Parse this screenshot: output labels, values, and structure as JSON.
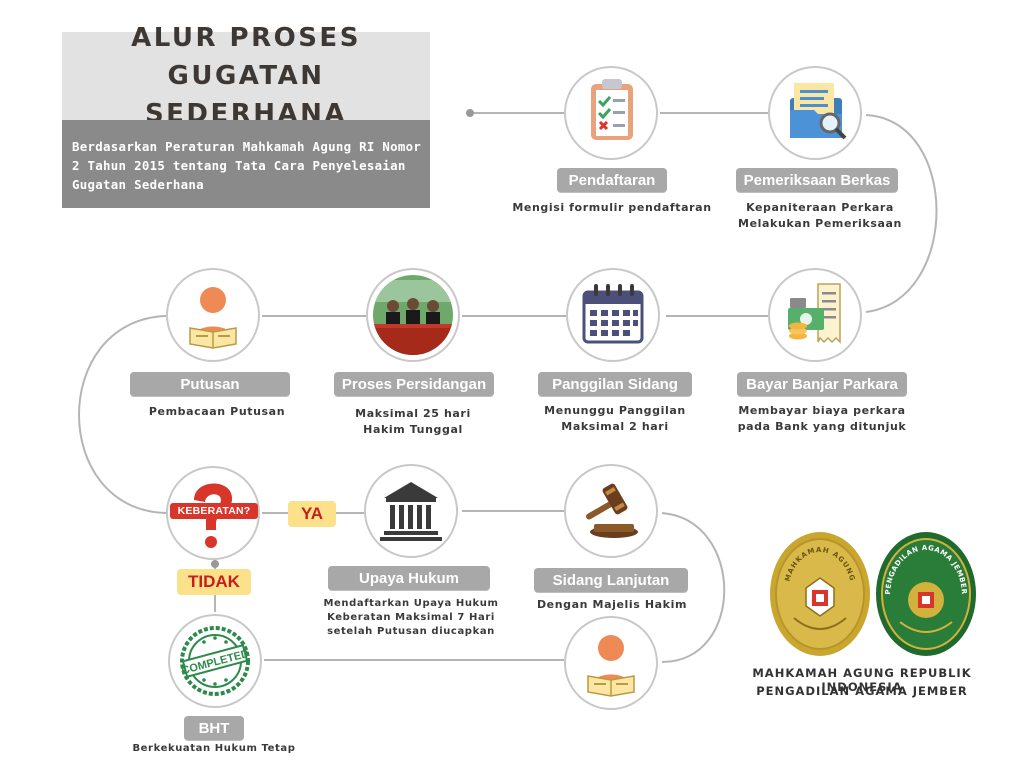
{
  "header": {
    "title": "ALUR PROSES GUGATAN SEDERHANA",
    "subtitle": "Berdasarkan Peraturan Mahkamah Agung RI Nomor 2 Tahun 2015 tentang Tata Cara Penyelesaian Gugatan Sederhana"
  },
  "steps": {
    "pendaftaran": {
      "label": "Pendaftaran",
      "desc": "Mengisi formulir pendaftaran"
    },
    "pemeriksaan": {
      "label": "Pemeriksaan Berkas",
      "desc1": "Kepaniteraan Perkara",
      "desc2": "Melakukan Pemeriksaan"
    },
    "bayar": {
      "label": "Bayar Banjar Parkara",
      "desc1": "Membayar biaya perkara",
      "desc2": "pada Bank yang ditunjuk"
    },
    "panggilan": {
      "label": "Panggilan Sidang",
      "desc1": "Menunggu Panggilan",
      "desc2": "Maksimal 2 hari"
    },
    "persidangan": {
      "label": "Proses Persidangan",
      "desc1": "Maksimal 25 hari",
      "desc2": "Hakim Tunggal"
    },
    "putusan": {
      "label": "Putusan",
      "desc": "Pembacaan Putusan"
    },
    "upaya": {
      "label": "Upaya Hukum",
      "desc1": "Mendaftarkan Upaya Hukum",
      "desc2": "Keberatan Maksimal 7 Hari",
      "desc3": "setelah Putusan diucapkan"
    },
    "sidang_lanjutan": {
      "label": "Sidang Lanjutan",
      "desc": "Dengan Majelis Hakim"
    },
    "bht": {
      "label": "BHT",
      "desc": "Berkekuatan Hukum Tetap"
    }
  },
  "decision": {
    "label": "KEBERATAN?",
    "yes": "YA",
    "no": "TIDAK"
  },
  "stamp_text": "COMPLETED",
  "institution": {
    "line1": "MAHKAMAH AGUNG REPUBLIK INDONESIA",
    "line2": "PENGADILAN AGAMA JEMBER"
  },
  "seals": {
    "left_text": "MAHKAMAH AGUNG",
    "right_text": "PENGADILAN AGAMA JEMBER"
  },
  "colors": {
    "pill": "#a8a8a8",
    "tag_fill": "#fbe28a",
    "tag_text": "#c61e1e",
    "accent_red": "#d9362b",
    "seal_gold": "#d2b23c",
    "seal_green": "#1f6b2d"
  }
}
